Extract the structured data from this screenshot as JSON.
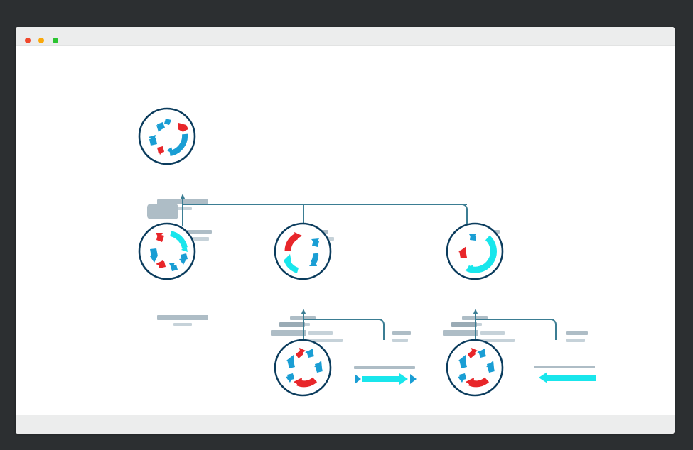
{
  "window": {
    "traffic_lights": [
      {
        "name": "close",
        "color": "#f0472b"
      },
      {
        "name": "minimize",
        "color": "#f9a80b"
      },
      {
        "name": "zoom",
        "color": "#2bc431"
      }
    ],
    "titlebar_color": "#eceded",
    "canvas_color": "#ffffff",
    "desktop_color": "#2c2f31"
  },
  "palette": {
    "ring": "#0b3c5d",
    "ring_alt": "#0d3f63",
    "blue": "#1a9ed4",
    "blue_dark": "#1487be",
    "cyan": "#19e6ec",
    "cyan_arc": "#16dfe8",
    "red": "#e8262a",
    "bar_gray": "#aebdc6",
    "bar_gray_light": "#c6d2d9",
    "bar_gray_dark": "#9aabb5",
    "chip_gray": "#aebdc6",
    "line": "#3b7d93"
  },
  "diagram": {
    "title_placeholder": "",
    "nodes": [
      {
        "id": "node-root",
        "label_bars": [
          {
            "width": 72,
            "height": 7,
            "color": "#aebdc6"
          },
          {
            "width": 26,
            "height": 4,
            "color": "#c6d2d9"
          }
        ],
        "segments": [
          {
            "type": "arc-arrow",
            "color": "#1a9ed4",
            "start": 15,
            "sweep": 110
          },
          {
            "type": "arrow",
            "color": "#e8262a",
            "angle": 330
          },
          {
            "type": "arrow",
            "color": "#1a9ed4",
            "angle": 295
          },
          {
            "type": "arrow",
            "color": "#1a9ed4",
            "angle": 205
          },
          {
            "type": "arrow",
            "color": "#e8262a",
            "angle": 160
          },
          {
            "type": "dot-arrow",
            "color": "#1a9ed4",
            "angle": 270
          }
        ]
      },
      {
        "id": "node-a",
        "label_bars": [
          {
            "width": 72,
            "height": 7,
            "color": "#aebdc6"
          },
          {
            "width": 26,
            "height": 4,
            "color": "#c6d2d9"
          }
        ]
      },
      {
        "id": "node-b",
        "label_bars": [
          {
            "width": 36,
            "height": 6,
            "color": "#aebdc6"
          },
          {
            "width": 20,
            "height": 4,
            "color": "#c6d2d9"
          }
        ]
      },
      {
        "id": "node-c",
        "label_bars": [
          {
            "width": 36,
            "height": 6,
            "color": "#aebdc6"
          },
          {
            "width": 20,
            "height": 4,
            "color": "#c6d2d9"
          }
        ]
      },
      {
        "id": "node-d",
        "label_bars": []
      },
      {
        "id": "node-e",
        "label_bars": []
      }
    ],
    "connectors": [
      {
        "id": "connector-root",
        "chip": {
          "width": 44,
          "height": 22,
          "color": "#aebdc6"
        },
        "captions": [
          [
            {
              "width": 38,
              "height": 5,
              "color": "#aebdc6"
            },
            {
              "width": 34,
              "height": 5,
              "color": "#c6d2d9"
            }
          ],
          [
            {
              "width": 30,
              "height": 5,
              "color": "#aebdc6"
            },
            {
              "width": 38,
              "height": 5,
              "color": "#c6d2d9"
            }
          ],
          [
            {
              "width": 28,
              "height": 5,
              "color": "#aebdc6"
            },
            {
              "width": 24,
              "height": 5,
              "color": "#c6d2d9"
            }
          ]
        ]
      },
      {
        "id": "connector-left-branch",
        "captions": [
          [
            {
              "width": 36,
              "height": 7,
              "color": "#9aabb5"
            },
            {
              "width": 50,
              "height": 8,
              "color": "#aebdc6"
            }
          ],
          [
            {
              "width": 34,
              "height": 5,
              "color": "#c6d2d9"
            },
            {
              "width": 48,
              "height": 5,
              "color": "#c6d2d9"
            }
          ],
          [
            {
              "width": 26,
              "height": 5,
              "color": "#aebdc6"
            },
            {
              "width": 22,
              "height": 5,
              "color": "#c6d2d9"
            }
          ]
        ]
      },
      {
        "id": "connector-right-branch",
        "captions": [
          [
            {
              "width": 36,
              "height": 7,
              "color": "#9aabb5"
            },
            {
              "width": 50,
              "height": 8,
              "color": "#aebdc6"
            }
          ],
          [
            {
              "width": 34,
              "height": 5,
              "color": "#c6d2d9"
            },
            {
              "width": 48,
              "height": 5,
              "color": "#c6d2d9"
            }
          ],
          [
            {
              "width": 30,
              "height": 5,
              "color": "#aebdc6"
            },
            {
              "width": 26,
              "height": 5,
              "color": "#c6d2d9"
            }
          ]
        ]
      }
    ],
    "flows": [
      {
        "id": "flow-right",
        "direction": "right",
        "color": "#19e6ec",
        "cap_color": "#1a9ed4",
        "caption": {
          "width": 86,
          "height": 4,
          "color": "#aebdc6"
        }
      },
      {
        "id": "flow-left",
        "direction": "left",
        "color": "#19e6ec",
        "cap_color": "#19e6ec",
        "caption": {
          "width": 86,
          "height": 4,
          "color": "#aebdc6"
        }
      }
    ]
  }
}
